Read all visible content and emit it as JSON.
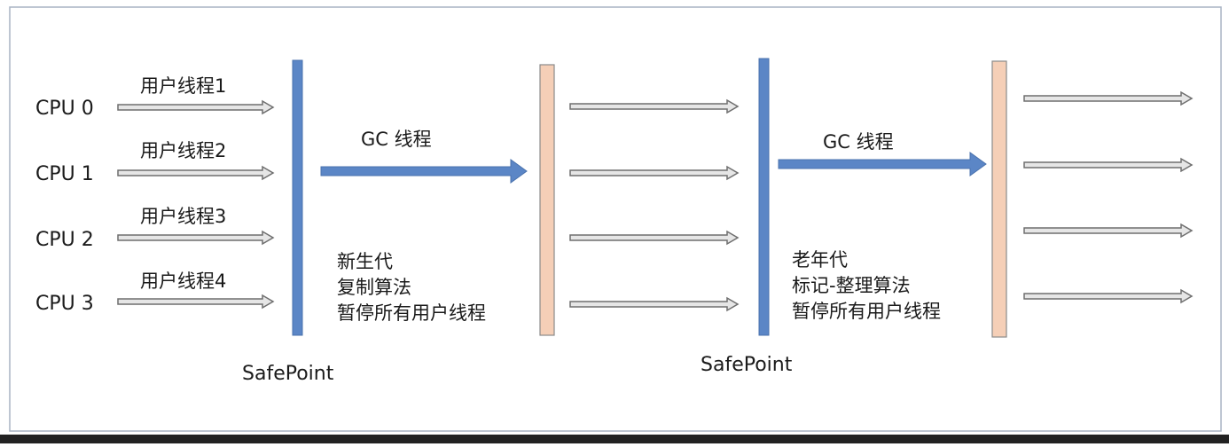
{
  "colors": {
    "frame": "#a9b4c4",
    "safepoint_bar": "#5b86c6",
    "safepoint_bar_border": "#4a72ad",
    "resume_bar": "#f5cfb7",
    "resume_bar_border": "#8a8a8a",
    "gc_arrow": "#5b86c6",
    "thread_arrow_fill": "#e6e6e6",
    "thread_arrow_border": "#6e6e6e",
    "text": "#1a1a1a"
  },
  "cpus": [
    {
      "label": "CPU 0",
      "thread": "用户线程1"
    },
    {
      "label": "CPU 1",
      "thread": "用户线程2"
    },
    {
      "label": "CPU 2",
      "thread": "用户线程3"
    },
    {
      "label": "CPU 3",
      "thread": "用户线程4"
    }
  ],
  "phases": [
    {
      "gc_label": "GC 线程",
      "description": [
        "新生代",
        "复制算法",
        "暂停所有用户线程"
      ],
      "safepoint_label": "SafePoint"
    },
    {
      "gc_label": "GC 线程",
      "description": [
        "老年代",
        "标记-整理算法",
        "暂停所有用户线程"
      ],
      "safepoint_label": "SafePoint"
    }
  ]
}
